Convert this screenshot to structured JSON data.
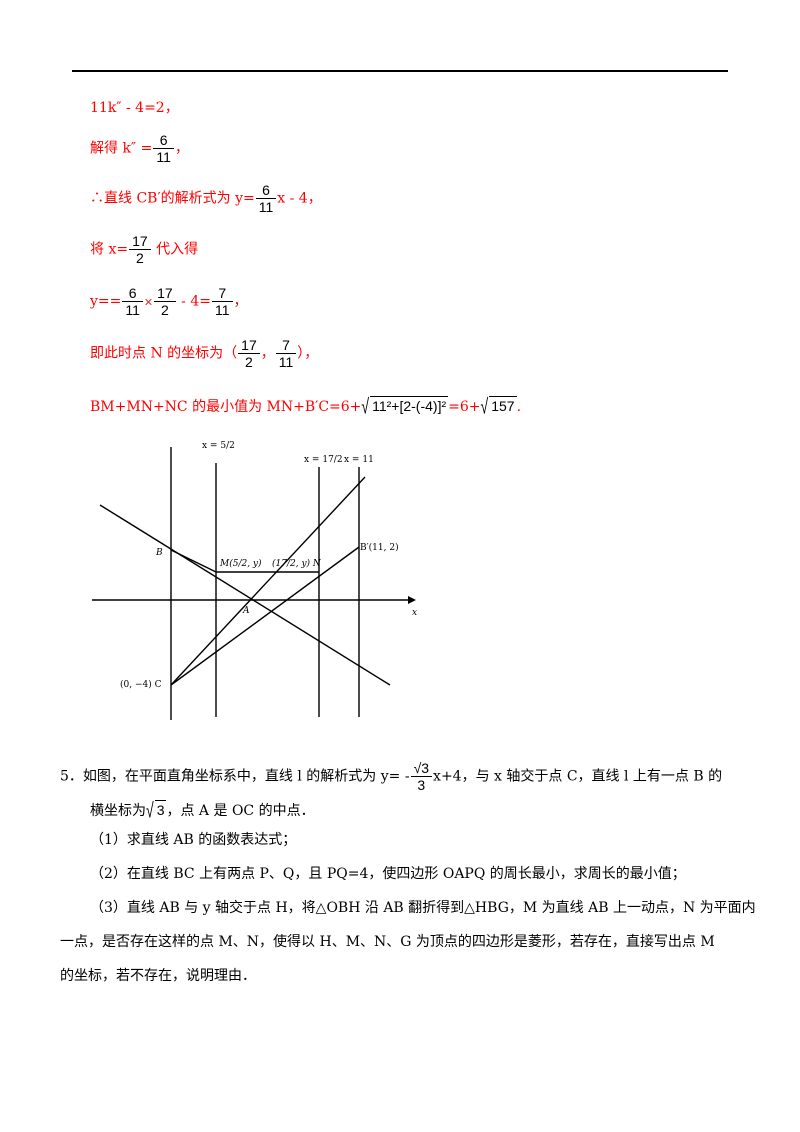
{
  "solution": {
    "l1": "11k″ - 4=2，",
    "l2_pre": "解得 k″ =",
    "l2_num": "6",
    "l2_den": "11",
    "l2_post": "，",
    "l3_pre": "∴直线 CB′的解析式为 y=",
    "l3_num": "6",
    "l3_den": "11",
    "l3_post": "x - 4，",
    "l4_pre": "将 x=",
    "l4_num": "17",
    "l4_den": "2",
    "l4_post": " 代入得",
    "l5_pre": "y==",
    "l5_f1n": "6",
    "l5_f1d": "11",
    "l5_times": "×",
    "l5_f2n": "17",
    "l5_f2d": "2",
    "l5_mid": " - 4=",
    "l5_f3n": "7",
    "l5_f3d": "11",
    "l5_post": "，",
    "l6_pre": "即此时点 N 的坐标为（",
    "l6_f1n": "17",
    "l6_f1d": "2",
    "l6_comma": "，",
    "l6_f2n": "7",
    "l6_f2d": "11",
    "l6_post": "），",
    "l7_pre": "BM+MN+NC 的最小值为 MN+B′C=6+",
    "l7_sqrt1": "11²+[2-(-4)]²",
    "l7_mid": "=6+",
    "l7_sqrt2": "157",
    "l7_post": "."
  },
  "figure": {
    "label_x52": "x = 5/2",
    "label_x172": "x = 17/2",
    "label_x11": "x = 11",
    "label_B": "B",
    "label_A": "A",
    "label_C": "(0, −4) C",
    "label_Bp": "B′(11, 2)",
    "label_M": "M(5/2, y)",
    "label_N": "(17/2, y) N",
    "label_xaxis": "x"
  },
  "problem": {
    "p1_pre": "5．如图，在平面直角坐标系中，直线 l 的解析式为 y= -",
    "p1_num": "√3",
    "p1_den": "3",
    "p1_post": "x+4，与 x 轴交于点 C，直线 l 上有一点 B 的",
    "p2_pre": "横坐标为",
    "p2_sqrt": "3",
    "p2_post": "，点 A 是 OC 的中点．",
    "q1": "（1）求直线 AB 的函数表达式；",
    "q2": "（2）在直线 BC 上有两点 P、Q，且 PQ=4，使四边形 OAPQ 的周长最小，求周长的最小值；",
    "q3a": "（3）直线 AB 与 y 轴交于点 H，将△OBH 沿 AB 翻折得到△HBG，M 为直线 AB 上一动点，N 为平面内",
    "q3b": "一点，是否存在这样的点 M、N，使得以 H、M、N、G 为顶点的四边形是菱形，若存在，直接写出点 M",
    "q3c": "的坐标，若不存在，说明理由．"
  }
}
